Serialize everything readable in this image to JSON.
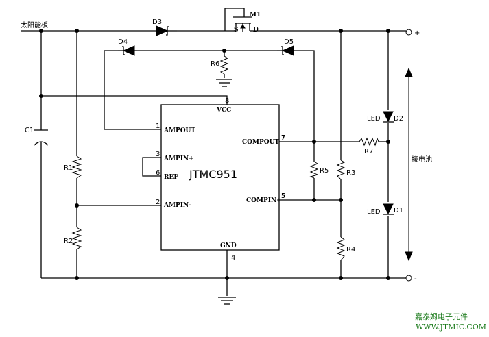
{
  "labels": {
    "solar_panel": "太阳能板",
    "battery": "接电池",
    "plus": "+",
    "minus": "-",
    "c1": "C1",
    "d1": "D1",
    "d2": "D2",
    "d3": "D3",
    "d4": "D4",
    "d5": "D5",
    "m1": "M1",
    "r1": "R1",
    "r2": "R2",
    "r3": "R3",
    "r4": "R4",
    "r5": "R5",
    "r6": "R6",
    "r7": "R7",
    "led1": "LED",
    "led2": "LED",
    "mos_s": "S",
    "mos_d": "D"
  },
  "chip": {
    "name": "JTMC951",
    "vcc": "VCC",
    "gnd": "GND",
    "ampout": "AMPOUT",
    "ampin_plus": "AMPIN+",
    "ampin_minus": "AMPIN-",
    "ref": "REF",
    "compout": "COMPOUT",
    "compin_plus": "COMPIN+",
    "pin1": "1",
    "pin2": "2",
    "pin3": "3",
    "pin4": "4",
    "pin5": "5",
    "pin6": "6",
    "pin7": "7",
    "pin8": "8"
  },
  "watermark": {
    "company": "嘉泰姆电子元件",
    "url": "WWW.JTMIC.COM"
  }
}
